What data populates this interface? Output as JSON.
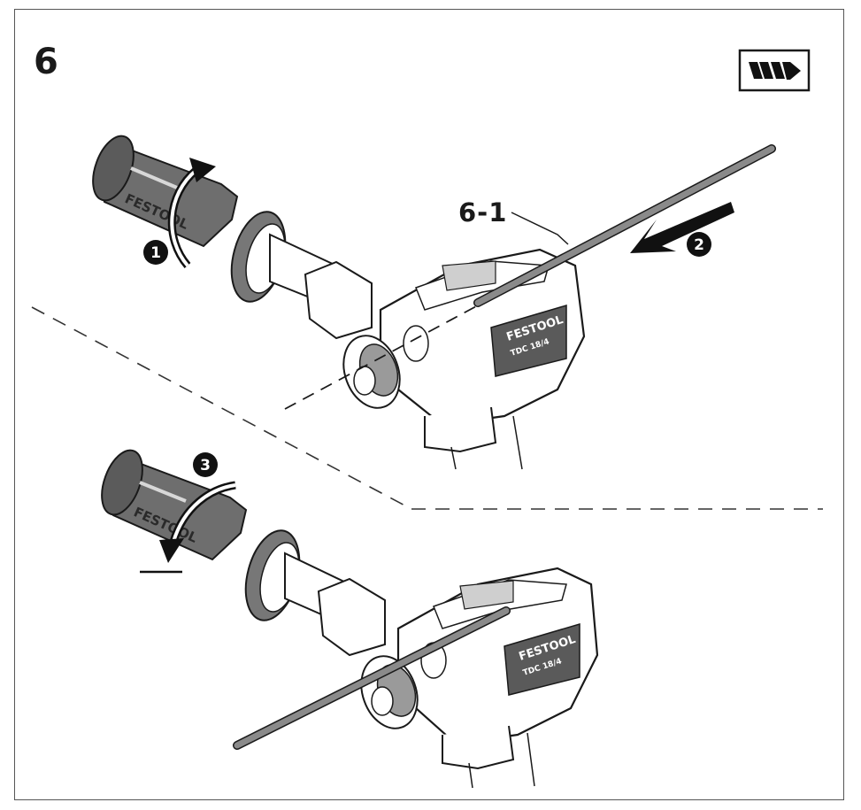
{
  "figure": {
    "number": "6"
  },
  "callout": {
    "label": "6-1"
  },
  "steps": [
    {
      "number": "1"
    },
    {
      "number": "2"
    },
    {
      "number": "3"
    }
  ],
  "tool": {
    "brand": "FESTOOL",
    "model": "TDC 18/4"
  },
  "icons": {
    "speed_symbol": "speed-setting-icon",
    "rotate_loosen": "rotate-arrow-icon",
    "insert_direction": "insert-arrow-icon",
    "rotate_tighten": "rotate-arrow-icon"
  },
  "colors": {
    "grip": "#6e6e6e",
    "grip_dark": "#444444",
    "outline": "#1a1a1a",
    "rod": "#8a8a8a",
    "badge": "#111111",
    "badge_text": "#ffffff"
  }
}
